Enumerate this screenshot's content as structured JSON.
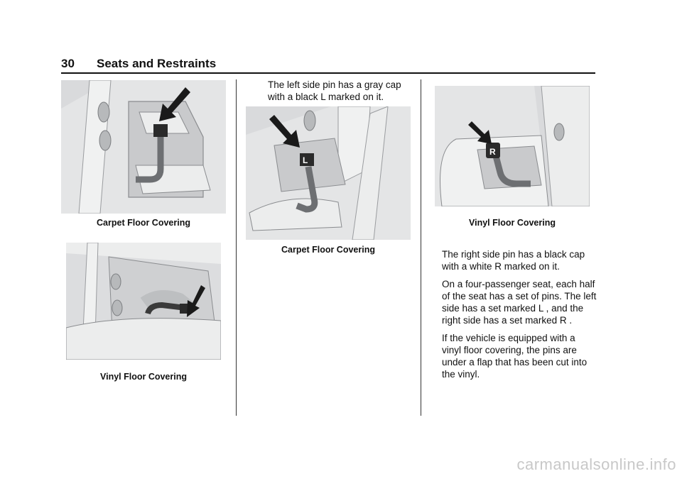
{
  "header": {
    "page_number": "30",
    "section_title": "Seats and Restraints"
  },
  "column1": {
    "figure1_caption": "Carpet Floor Covering",
    "figure2_caption": "Vinyl Floor Covering"
  },
  "column2": {
    "intro": "The left side pin has a gray cap with a black L marked on it.",
    "figure_caption": "Carpet Floor Covering",
    "pin_letter": "L"
  },
  "column3": {
    "figure_caption": "Vinyl Floor Covering",
    "pin_letter": "R",
    "paragraphs": [
      "The right side pin has a black cap with a white R marked on it.",
      "On a four-passenger seat, each half of the seat has a set of pins. The left side has a set marked L , and the right side has a set marked R .",
      "If the vehicle is equipped with a vinyl floor covering, the pins are under a flap that has been cut into the vinyl."
    ]
  },
  "watermark": "carmanualsonline.info",
  "colors": {
    "illustration_bg": "#d9dadc",
    "illustration_light": "#eceded",
    "illustration_dark": "#8a8c8f",
    "arrow": "#1a1a1a"
  }
}
